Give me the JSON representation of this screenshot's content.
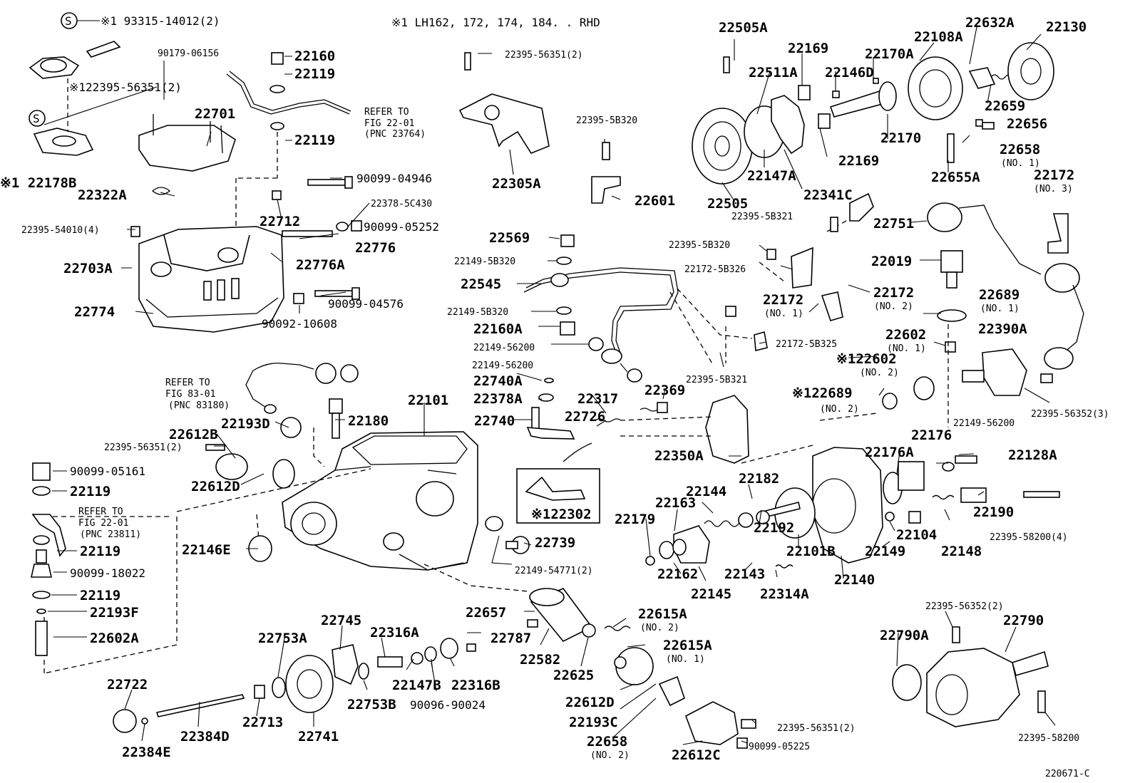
{
  "header": {
    "note_mark": "※1",
    "note_text": "※1 LH162, 172, 174, 184. . RHD"
  },
  "footer": {
    "drawing_id": "220671-C"
  },
  "symbols": {
    "s_mark": "S"
  },
  "callouts": [
    {
      "id": "c1",
      "text": "※1 93315-14012(2)"
    },
    {
      "id": "c2",
      "text": "90179-06156"
    },
    {
      "id": "c3",
      "text": "22160"
    },
    {
      "id": "c4",
      "text": "22119"
    },
    {
      "id": "c5",
      "text": "※122395-56351(2)"
    },
    {
      "id": "c6",
      "text": "22701"
    },
    {
      "id": "c7",
      "text": "REFER TO"
    },
    {
      "id": "c8",
      "text": "FIG 22-01"
    },
    {
      "id": "c9",
      "text": "(PNC 23764)"
    },
    {
      "id": "c10",
      "text": "22119"
    },
    {
      "id": "c11",
      "text": "※1 22178B"
    },
    {
      "id": "c12",
      "text": "90099-04946"
    },
    {
      "id": "c13",
      "text": "22322A"
    },
    {
      "id": "c14",
      "text": "22712"
    },
    {
      "id": "c15",
      "text": "22378-5C430"
    },
    {
      "id": "c16",
      "text": "22395-54010(4)"
    },
    {
      "id": "c17",
      "text": "90099-05252"
    },
    {
      "id": "c18",
      "text": "22776"
    },
    {
      "id": "c19",
      "text": "22776A"
    },
    {
      "id": "c20",
      "text": "22703A"
    },
    {
      "id": "c21",
      "text": "22774"
    },
    {
      "id": "c22",
      "text": "90099-04576"
    },
    {
      "id": "c23",
      "text": "90092-10608"
    },
    {
      "id": "c24",
      "text": "22395-56351(2)"
    },
    {
      "id": "c25",
      "text": "22305A"
    },
    {
      "id": "c26",
      "text": "22395-5B320"
    },
    {
      "id": "c27",
      "text": "22601"
    },
    {
      "id": "c28",
      "text": "22505A"
    },
    {
      "id": "c29",
      "text": "22169"
    },
    {
      "id": "c30",
      "text": "22170A"
    },
    {
      "id": "c31",
      "text": "22108A"
    },
    {
      "id": "c32",
      "text": "22632A"
    },
    {
      "id": "c33",
      "text": "22130"
    },
    {
      "id": "c34",
      "text": "22511A"
    },
    {
      "id": "c35",
      "text": "22146D"
    },
    {
      "id": "c36",
      "text": "22659"
    },
    {
      "id": "c37",
      "text": "22656"
    },
    {
      "id": "c38",
      "text": "22170"
    },
    {
      "id": "c39",
      "text": "22658"
    },
    {
      "id": "c40",
      "text": "(NO. 1)"
    },
    {
      "id": "c41",
      "text": "22169"
    },
    {
      "id": "c42",
      "text": "22147A"
    },
    {
      "id": "c43",
      "text": "22655A"
    },
    {
      "id": "c44",
      "text": "22172"
    },
    {
      "id": "c45",
      "text": "(NO. 3)"
    },
    {
      "id": "c46",
      "text": "22505"
    },
    {
      "id": "c47",
      "text": "22341C"
    },
    {
      "id": "c48",
      "text": "22395-5B321"
    },
    {
      "id": "c49",
      "text": "22751"
    },
    {
      "id": "c50",
      "text": "22569"
    },
    {
      "id": "c51",
      "text": "22395-5B320"
    },
    {
      "id": "c52",
      "text": "22149-5B320"
    },
    {
      "id": "c53",
      "text": "22172-5B326"
    },
    {
      "id": "c54",
      "text": "22019"
    },
    {
      "id": "c55",
      "text": "22545"
    },
    {
      "id": "c56",
      "text": "22172"
    },
    {
      "id": "c57",
      "text": "22172"
    },
    {
      "id": "c58",
      "text": "22149-5B320"
    },
    {
      "id": "c59",
      "text": "(NO. 1)"
    },
    {
      "id": "c60",
      "text": "(NO. 2)"
    },
    {
      "id": "c61",
      "text": "22689"
    },
    {
      "id": "c62",
      "text": "(NO. 1)"
    },
    {
      "id": "c63",
      "text": "22160A"
    },
    {
      "id": "c64",
      "text": "22602"
    },
    {
      "id": "c65",
      "text": "(NO. 1)"
    },
    {
      "id": "c66",
      "text": "22390A"
    },
    {
      "id": "c67",
      "text": "22149-56200"
    },
    {
      "id": "c68",
      "text": "22172-5B325"
    },
    {
      "id": "c69",
      "text": "22149-56200"
    },
    {
      "id": "c70",
      "text": "※122602"
    },
    {
      "id": "c71",
      "text": "(NO. 2)"
    },
    {
      "id": "c72",
      "text": "22740A"
    },
    {
      "id": "c73",
      "text": "22395-5B321"
    },
    {
      "id": "c74",
      "text": "REFER TO"
    },
    {
      "id": "c75",
      "text": "FIG 83-01"
    },
    {
      "id": "c76",
      "text": "(PNC 83180)"
    },
    {
      "id": "c77",
      "text": "22369"
    },
    {
      "id": "c78",
      "text": "※122689"
    },
    {
      "id": "c79",
      "text": "22101"
    },
    {
      "id": "c80",
      "text": "22378A"
    },
    {
      "id": "c81",
      "text": "22317"
    },
    {
      "id": "c82",
      "text": "(NO. 2)"
    },
    {
      "id": "c83",
      "text": "22395-56352(3)"
    },
    {
      "id": "c84",
      "text": "22193D"
    },
    {
      "id": "c85",
      "text": "22180"
    },
    {
      "id": "c86",
      "text": "22726"
    },
    {
      "id": "c87",
      "text": "22740"
    },
    {
      "id": "c88",
      "text": "22149-56200"
    },
    {
      "id": "c89",
      "text": "22612B"
    },
    {
      "id": "c90",
      "text": "22176"
    },
    {
      "id": "c91",
      "text": "22395-56351(2)"
    },
    {
      "id": "c92",
      "text": "22350A"
    },
    {
      "id": "c93",
      "text": "22176A"
    },
    {
      "id": "c94",
      "text": "22128A"
    },
    {
      "id": "c95",
      "text": "90099-05161"
    },
    {
      "id": "c96",
      "text": "22612D"
    },
    {
      "id": "c97",
      "text": "22182"
    },
    {
      "id": "c98",
      "text": "22119"
    },
    {
      "id": "c99",
      "text": "22144"
    },
    {
      "id": "c100",
      "text": "22163"
    },
    {
      "id": "c101",
      "text": "22190"
    },
    {
      "id": "c102",
      "text": "REFER TO"
    },
    {
      "id": "c103",
      "text": "FIG 22-01"
    },
    {
      "id": "c104",
      "text": "(PNC 23811)"
    },
    {
      "id": "c105",
      "text": "※122302"
    },
    {
      "id": "c106",
      "text": "22179"
    },
    {
      "id": "c107",
      "text": "22192"
    },
    {
      "id": "c108",
      "text": "22395-58200(4)"
    },
    {
      "id": "c109",
      "text": "22119"
    },
    {
      "id": "c110",
      "text": "22146E"
    },
    {
      "id": "c111",
      "text": "22739"
    },
    {
      "id": "c112",
      "text": "22104"
    },
    {
      "id": "c113",
      "text": "22101B"
    },
    {
      "id": "c114",
      "text": "22149"
    },
    {
      "id": "c115",
      "text": "22148"
    },
    {
      "id": "c116",
      "text": "90099-18022"
    },
    {
      "id": "c117",
      "text": "22149-54771(2)"
    },
    {
      "id": "c118",
      "text": "22162"
    },
    {
      "id": "c119",
      "text": "22143"
    },
    {
      "id": "c120",
      "text": "22140"
    },
    {
      "id": "c121",
      "text": "22119"
    },
    {
      "id": "c122",
      "text": "22145"
    },
    {
      "id": "c123",
      "text": "22314A"
    },
    {
      "id": "c124",
      "text": "22193F"
    },
    {
      "id": "c125",
      "text": "22615A"
    },
    {
      "id": "c126",
      "text": "22657"
    },
    {
      "id": "c127",
      "text": "22395-56352(2)"
    },
    {
      "id": "c128",
      "text": "(NO. 2)"
    },
    {
      "id": "c129",
      "text": "22745"
    },
    {
      "id": "c130",
      "text": "22790"
    },
    {
      "id": "c131",
      "text": "22602A"
    },
    {
      "id": "c132",
      "text": "22753A"
    },
    {
      "id": "c133",
      "text": "22316A"
    },
    {
      "id": "c134",
      "text": "22787"
    },
    {
      "id": "c135",
      "text": "22790A"
    },
    {
      "id": "c136",
      "text": "22615A"
    },
    {
      "id": "c137",
      "text": "(NO. 1)"
    },
    {
      "id": "c138",
      "text": "22582"
    },
    {
      "id": "c139",
      "text": "22147B"
    },
    {
      "id": "c140",
      "text": "22316B"
    },
    {
      "id": "c141",
      "text": "22625"
    },
    {
      "id": "c142",
      "text": "22722"
    },
    {
      "id": "c143",
      "text": "22753B"
    },
    {
      "id": "c144",
      "text": "90096-90024"
    },
    {
      "id": "c145",
      "text": "22612D"
    },
    {
      "id": "c146",
      "text": "22193C"
    },
    {
      "id": "c147",
      "text": "22395-56351(2)"
    },
    {
      "id": "c148",
      "text": "22713"
    },
    {
      "id": "c149",
      "text": "22384D"
    },
    {
      "id": "c150",
      "text": "22741"
    },
    {
      "id": "c151",
      "text": "22658"
    },
    {
      "id": "c152",
      "text": "(NO. 2)"
    },
    {
      "id": "c153",
      "text": "90099-05225"
    },
    {
      "id": "c154",
      "text": "22395-58200"
    },
    {
      "id": "c155",
      "text": "22384E"
    },
    {
      "id": "c156",
      "text": "22612C"
    }
  ]
}
